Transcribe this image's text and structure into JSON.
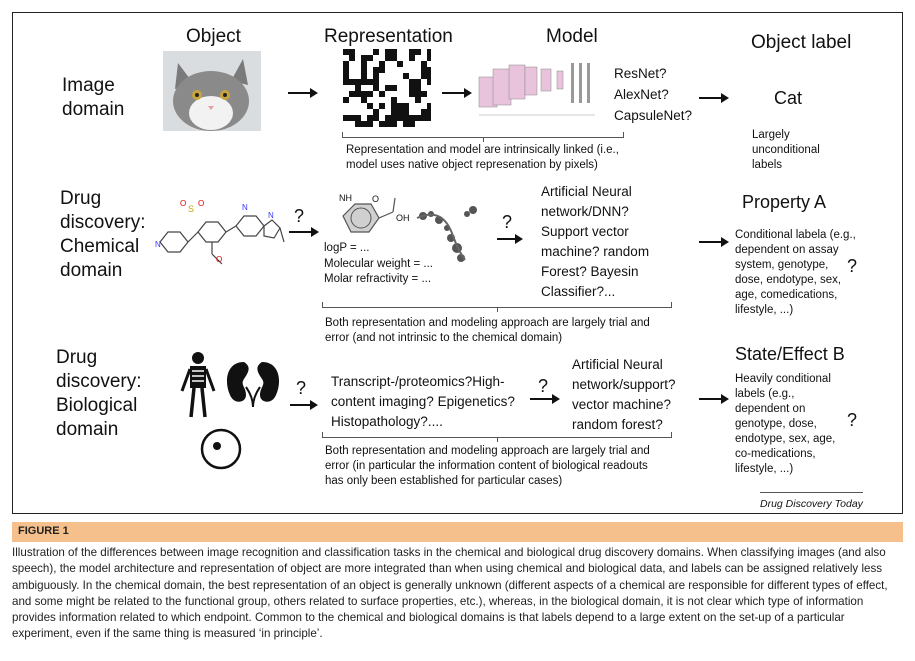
{
  "headers": {
    "object": "Object",
    "representation": "Representation",
    "model": "Model",
    "object_label": "Object label"
  },
  "rows": {
    "image": {
      "domain": [
        "Image",
        "domain"
      ],
      "models": [
        "ResNet?",
        "AlexNet?",
        "CapsuleNet?"
      ],
      "label": "Cat",
      "label_note": [
        "Largely",
        "unconditional",
        "labels"
      ],
      "note": [
        "Representation and model are intrinsically linked (i.e.,",
        "model uses native object represenation by pixels)"
      ]
    },
    "chemical": {
      "domain": [
        "Drug",
        "discovery:",
        "Chemical",
        "domain"
      ],
      "descriptors": [
        "logP = ...",
        "Molecular weight = ...",
        "Molar refractivity = ..."
      ],
      "models": [
        "Artificial Neural",
        "network/DNN?",
        "Support vector",
        "machine? random",
        "Forest? Bayesin",
        "Classifier?..."
      ],
      "label": "Property A",
      "label_note": [
        "Conditional labela (e.g.,",
        "dependent on assay",
        "system, genotype,",
        "dose, endotype, sex,",
        "age, comedications,",
        "lifestyle, ...)"
      ],
      "note": [
        "Both representation and modeling approach are largely trial and",
        "error (and not intrinsic to the chemical domain)"
      ],
      "q": "?"
    },
    "biological": {
      "domain": [
        "Drug",
        "discovery:",
        "Biological",
        "domain"
      ],
      "representation": [
        "Transcript-/proteomics?High-",
        "content imaging? Epigenetics?",
        "Histopathology?...."
      ],
      "models": [
        "Artificial Neural",
        "network/support?",
        "vector machine?",
        "random forest?"
      ],
      "label": "State/Effect B",
      "label_note": [
        "Heavily conditional",
        "labels (e.g.,",
        "dependent on",
        "genotype, dose,",
        "endotype, sex, age,",
        "co-medications,",
        "lifestyle, ...)"
      ],
      "note": [
        "Both representation and modeling approach are largely trial and",
        "error (in particular the information content of biological readouts",
        "has only been established for particular cases)"
      ],
      "q": "?"
    }
  },
  "mol_labels": {
    "nh": "NH",
    "o": "O",
    "oh": "OH"
  },
  "journal": "Drug Discovery Today",
  "figure_label": "FIGURE 1",
  "caption": "Illustration of the differences between image recognition and classification tasks in the chemical and biological drug discovery domains. When classifying images (and also speech), the model architecture and representation of object are more integrated than when using chemical and biological data, and labels can be assigned relatively less ambiguously. In the chemical domain, the best representation of an object is generally unknown (different aspects of a chemical are responsible for different types of effect, and some might be related to the functional group, others related to surface properties, etc.), whereas, in the biological domain, it is not clear which type of information provides information related to which endpoint. Common to the chemical and biological domains is that labels depend to a large extent on the set-up of a particular experiment, even if the same thing is measured ‘in principle’.",
  "colors": {
    "figure_bar": "#f5c08b",
    "cat_fur": "#8a8a8a",
    "network_layers": "#e9c3dc"
  }
}
